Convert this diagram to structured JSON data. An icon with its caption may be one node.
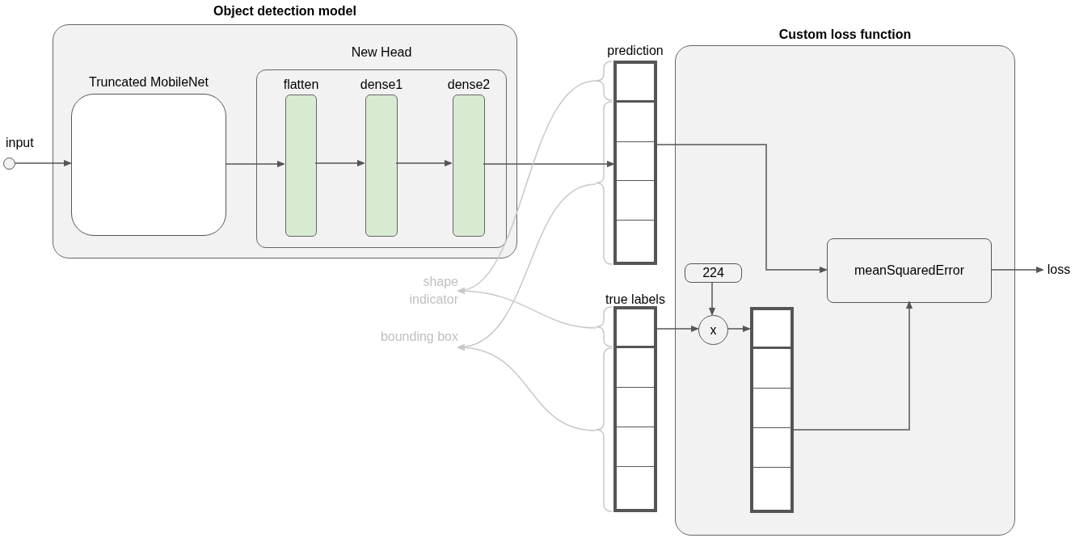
{
  "diagram": {
    "nodes": [
      {
        "text": [
          "Object detection model"
        ]
      },
      {
        "text": [
          "Truncated MobileNet"
        ],
        "in": 0
      },
      {
        "text": [
          "New Head"
        ],
        "in": 0
      },
      {
        "text": [
          "flatten"
        ],
        "in": 2
      },
      {
        "text": [
          "dense1"
        ],
        "in": 2
      },
      {
        "text": [
          "dense2"
        ],
        "in": 2
      },
      {
        "text": [],
        "shape": "circle",
        "beside": [
          "input"
        ]
      },
      {
        "text": [
          "Custom loss function"
        ]
      },
      {
        "text": [
          "prediction"
        ]
      },
      {
        "text": [
          "true labels"
        ]
      },
      {
        "text": [],
        "shape": "box",
        "in": 7
      },
      {
        "text": [
          "224"
        ],
        "in": 7
      },
      {
        "text": [
          "x"
        ],
        "in": 7
      },
      {
        "text": [
          "meanSquaredError"
        ],
        "in": 7
      },
      {
        "text": [
          "loss"
        ]
      },
      {
        "text": [
          "shape indicator"
        ]
      },
      {
        "text": [
          "bounding box"
        ]
      }
    ],
    "edges": [
      {
        "from": 6,
        "to": 1,
        "arrow": "to"
      },
      {
        "from": 1,
        "to": 3,
        "arrow": "to"
      },
      {
        "from": 3,
        "to": 4,
        "arrow": "to"
      },
      {
        "from": 4,
        "to": 5,
        "arrow": "to"
      },
      {
        "from": 5,
        "to": 8,
        "arrow": "to"
      },
      {
        "from": 8,
        "to": 13,
        "arrow": "to"
      },
      {
        "from": 11,
        "to": 12,
        "arrow": "to"
      },
      {
        "from": 9,
        "to": 12,
        "arrow": "to"
      },
      {
        "from": 12,
        "to": 10,
        "arrow": "to"
      },
      {
        "from": 10,
        "to": 13,
        "arrow": "to"
      },
      {
        "from": 13,
        "to": 14,
        "arrow": "to"
      },
      {
        "from": 8,
        "to": 15,
        "arrow": "to",
        "color": "#c8c8c8"
      },
      {
        "from": 9,
        "to": 15,
        "arrow": "to",
        "color": "#c8c8c8"
      },
      {
        "from": 8,
        "to": 16,
        "arrow": "to",
        "color": "#c8c8c8"
      },
      {
        "from": 9,
        "to": 16,
        "arrow": "to",
        "color": "#c8c8c8"
      }
    ]
  }
}
